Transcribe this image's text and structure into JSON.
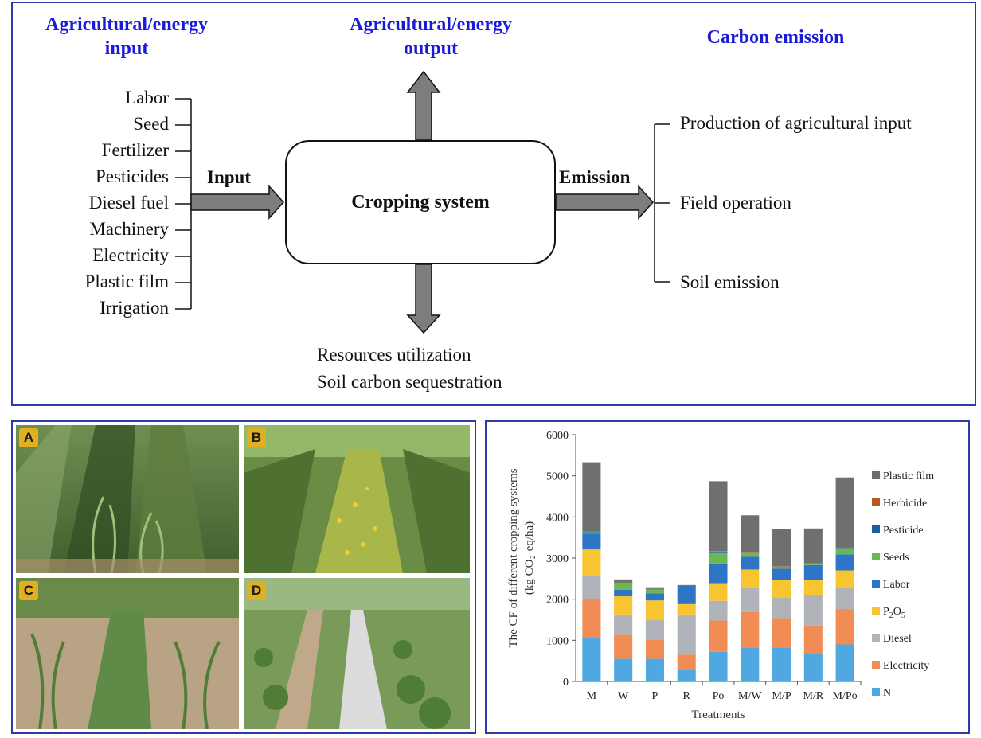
{
  "diagram": {
    "input_header": [
      "Agricultural/energy",
      "input"
    ],
    "output_header": [
      "Agricultural/energy",
      "output"
    ],
    "emission_header": "Carbon emission",
    "inputs": [
      "Labor",
      "Seed",
      "Fertilizer",
      "Pesticides",
      "Diesel fuel",
      "Machinery",
      "Electricity",
      "Plastic film",
      "Irrigation"
    ],
    "input_arrow_label": "Input",
    "emission_arrow_label": "Emission",
    "core_label": "Cropping system",
    "emissions": [
      "Production of agricultural input",
      "Field operation",
      "Soil emission"
    ],
    "resources": [
      "Resources utilization",
      "Soil carbon sequestration"
    ]
  },
  "photos": {
    "labels": [
      "A",
      "B",
      "C",
      "D"
    ]
  },
  "chart_data": {
    "type": "bar",
    "stacked": true,
    "categories": [
      "M",
      "W",
      "P",
      "R",
      "Po",
      "M/W",
      "M/P",
      "M/R",
      "M/Po"
    ],
    "xlabel": "Treatments",
    "ylabel_lines": [
      "The CF of different cropping systems",
      "(kg CO₂-eq/ha)"
    ],
    "ylim": [
      0,
      6000
    ],
    "yticks": [
      0,
      1000,
      2000,
      3000,
      4000,
      5000,
      6000
    ],
    "legend_position": "right",
    "series": [
      {
        "name": "N",
        "color": "#4fa8e0",
        "values": [
          1080,
          550,
          550,
          290,
          720,
          820,
          820,
          690,
          900
        ]
      },
      {
        "name": "Electricity",
        "color": "#f08c54",
        "values": [
          920,
          600,
          470,
          360,
          760,
          870,
          720,
          670,
          860
        ]
      },
      {
        "name": "Diesel",
        "color": "#b0b3b8",
        "values": [
          560,
          480,
          470,
          980,
          480,
          580,
          500,
          730,
          510
        ]
      },
      {
        "name": "P2O5",
        "label_main": "P",
        "label_sub": "2",
        "label_rest": "O",
        "label_sub2": "5",
        "color": "#f7c530",
        "values": [
          650,
          440,
          480,
          250,
          430,
          450,
          430,
          370,
          430
        ]
      },
      {
        "name": "Labor",
        "color": "#2e75c8",
        "values": [
          380,
          160,
          170,
          450,
          480,
          310,
          270,
          370,
          390
        ]
      },
      {
        "name": "Seeds",
        "color": "#6ab854",
        "values": [
          40,
          180,
          90,
          0,
          270,
          100,
          40,
          20,
          150
        ]
      },
      {
        "name": "Pesticide",
        "color": "#1a5fa8",
        "values": [
          10,
          5,
          10,
          10,
          20,
          10,
          10,
          10,
          10
        ]
      },
      {
        "name": "Herbicide",
        "color": "#b35a20",
        "values": [
          10,
          5,
          10,
          5,
          10,
          10,
          10,
          10,
          10
        ]
      },
      {
        "name": "Plastic film",
        "color": "#6f6f6f",
        "values": [
          1680,
          60,
          40,
          0,
          1700,
          890,
          900,
          850,
          1700
        ]
      }
    ]
  },
  "colors": {
    "frame": "#2a3aa6",
    "header": "#1b1bd6",
    "arrow_fill": "#7d7d7d"
  }
}
